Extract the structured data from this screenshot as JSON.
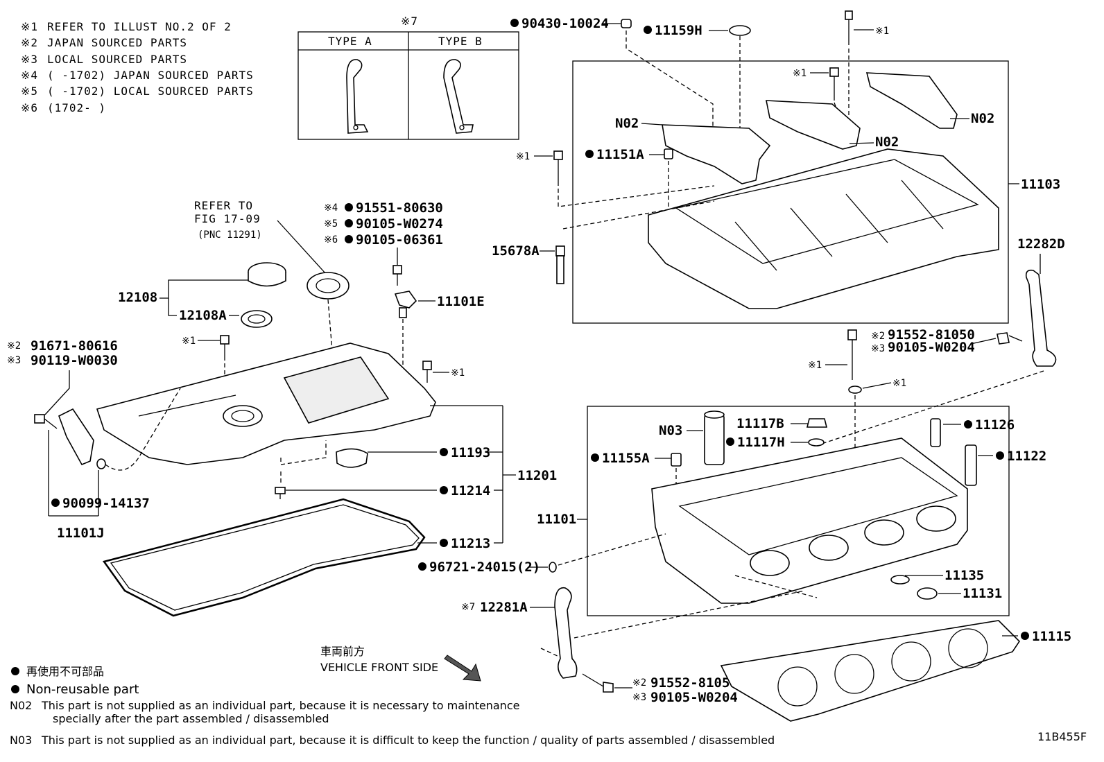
{
  "notes": [
    {
      "mark": "※1",
      "text": "REFER TO ILLUST NO.2 OF 2"
    },
    {
      "mark": "※2",
      "text": "JAPAN SOURCED PARTS"
    },
    {
      "mark": "※3",
      "text": "LOCAL SOURCED PARTS"
    },
    {
      "mark": "※4",
      "text": "(      -1702) JAPAN SOURCED PARTS"
    },
    {
      "mark": "※5",
      "text": "(      -1702) LOCAL SOURCED PARTS"
    },
    {
      "mark": "※6",
      "text": "(1702-      )"
    }
  ],
  "type_table": {
    "mark": "※7",
    "col_a": "TYPE A",
    "col_b": "TYPE B"
  },
  "refer": {
    "line1": "REFER TO",
    "line2": "FIG 17-09",
    "line3": "(PNC 11291)"
  },
  "marks": {
    "m1": "※1",
    "m2": "※2",
    "m3": "※3",
    "m4": "※4",
    "m5": "※5",
    "m6": "※6",
    "m7": "※7"
  },
  "parts": {
    "p90430": "90430-10024",
    "p11159H": "11159H",
    "p11103": "11103",
    "pN02": "N02",
    "p11151A": "11151A",
    "p15678A": "15678A",
    "p12282D": "12282D",
    "p91552_81050": "91552-81050",
    "p90105_W0204": "90105-W0204",
    "p91551_80630": "91551-80630",
    "p90105_W0274": "90105-W0274",
    "p90105_06361": "90105-06361",
    "p11101E": "11101E",
    "p12108": "12108",
    "p12108A": "12108A",
    "p91671_80616": "91671-80616",
    "p90119_W0030": "90119-W0030",
    "p90099_14137": "90099-14137",
    "p11101J": "11101J",
    "p11193": "11193",
    "p11214": "11214",
    "p11213": "11213",
    "p11201": "11201",
    "pN03": "N03",
    "p11117B": "11117B",
    "p11117H": "11117H",
    "p11126": "11126",
    "p11122": "11122",
    "p11155A": "11155A",
    "p11101": "11101",
    "p96721": "96721-24015(2)",
    "p11135": "11135",
    "p11131": "11131",
    "p12281A": "12281A",
    "p11115": "11115"
  },
  "direction": {
    "jp": "車両前方",
    "en": "VEHICLE FRONT SIDE"
  },
  "legend": {
    "jp": "再使用不可部品",
    "en": "Non-reusable part",
    "n02_code": "N02",
    "n02_line1": "This part is not supplied as an individual part, because it is necessary to maintenance",
    "n02_line2": "specially after the part assembled / disassembled",
    "n03_code": "N03",
    "n03_line1": "This part is not supplied as an individual part, because it is difficult to keep the function / quality of parts  assembled / disassembled"
  },
  "figure_id": "11B455F"
}
